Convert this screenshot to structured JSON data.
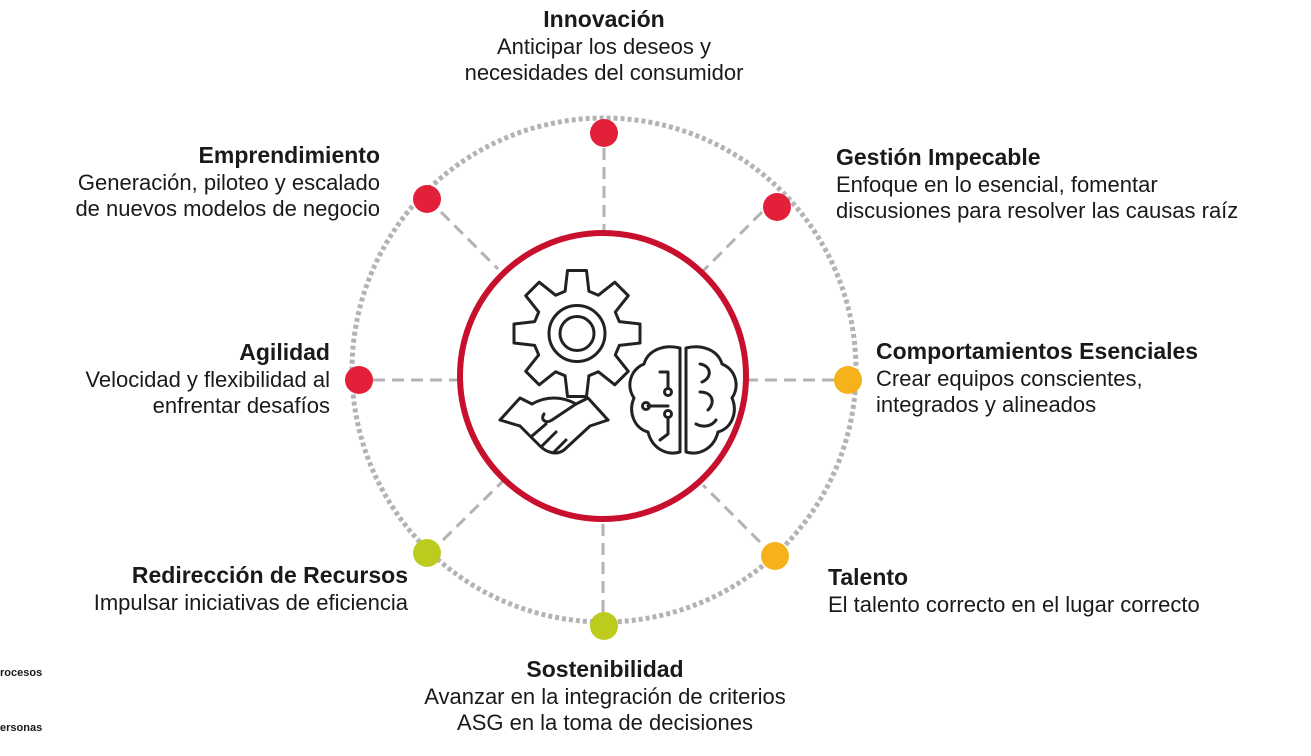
{
  "colors": {
    "accent_red": "#e3203a",
    "amber": "#f6b21b",
    "lime": "#bccb1e",
    "ring": "#c8102e",
    "dashes": "#b3b3b3"
  },
  "center_icons": [
    "gear-icon",
    "brain-circuit-icon",
    "handshake-icon"
  ],
  "nodes": [
    {
      "id": "innovacion",
      "title": "Innovación",
      "lines": [
        "Anticipar los deseos y",
        "necesidades del consumidor"
      ],
      "color": "#e3203a"
    },
    {
      "id": "gestion",
      "title": "Gestión Impecable",
      "lines": [
        "Enfoque en lo esencial, fomentar",
        "discusiones para resolver las causas raíz"
      ],
      "color": "#e3203a"
    },
    {
      "id": "comportamientos",
      "title": "Comportamientos Esenciales",
      "lines": [
        "Crear equipos conscientes,",
        "integrados y alineados"
      ],
      "color": "#f6b21b"
    },
    {
      "id": "talento",
      "title": "Talento",
      "lines": [
        "El talento correcto en el lugar correcto"
      ],
      "color": "#f6b21b"
    },
    {
      "id": "sostenibilidad",
      "title": "Sostenibilidad",
      "lines": [
        "Avanzar en la integración de criterios",
        "ASG en la toma de decisiones"
      ],
      "color": "#bccb1e"
    },
    {
      "id": "redireccion",
      "title": "Redirección de Recursos",
      "lines": [
        "Impulsar iniciativas de eficiencia"
      ],
      "color": "#bccb1e"
    },
    {
      "id": "agilidad",
      "title": "Agilidad",
      "lines": [
        "Velocidad y flexibilidad al",
        "enfrentar desafíos"
      ],
      "color": "#e3203a"
    },
    {
      "id": "emprendimiento",
      "title": "Emprendimiento",
      "lines": [
        "Generación, piloteo y escalado",
        "de nuevos modelos de negocio"
      ],
      "color": "#e3203a"
    }
  ],
  "legend": [
    "rocesos",
    "ersonas"
  ]
}
